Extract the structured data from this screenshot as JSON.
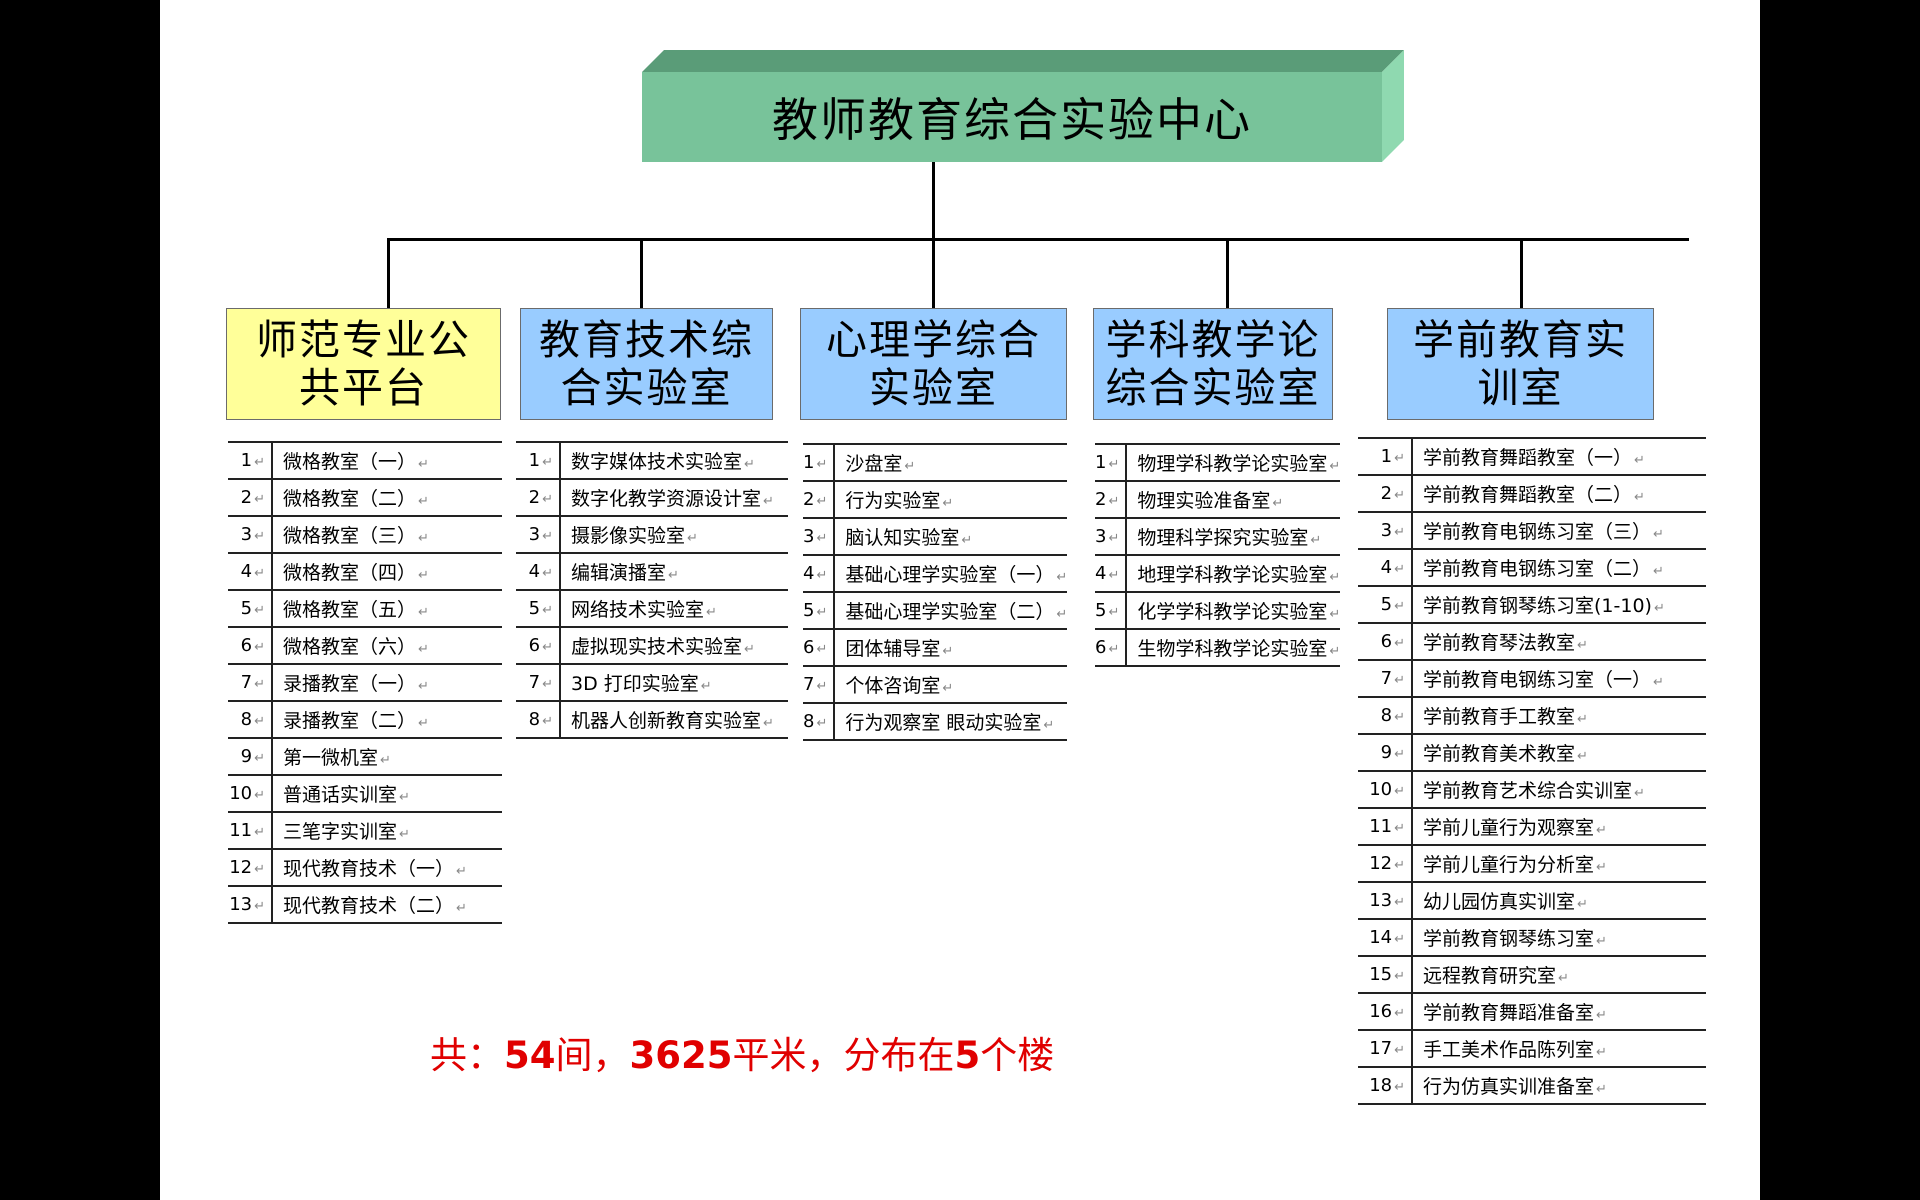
{
  "title": "教师教育综合实验中心",
  "colors": {
    "title_front": "#78c39a",
    "title_top": "#5a9c78",
    "title_side": "#8fd9b0",
    "yellow": "#ffff99",
    "blue": "#99ccff",
    "summary": "#e00000"
  },
  "return_mark": "↵",
  "categories": [
    {
      "lines": [
        "师范专业公",
        "共平台"
      ],
      "color": "yellow",
      "rooms": [
        "微格教室（一）",
        "微格教室（二）",
        "微格教室（三）",
        "微格教室（四）",
        "微格教室（五）",
        "微格教室（六）",
        "录播教室（一）",
        "录播教室（二）",
        "第一微机室",
        "普通话实训室",
        "三笔字实训室",
        "现代教育技术（一）",
        "现代教育技术（二）"
      ]
    },
    {
      "lines": [
        "教育技术综",
        "合实验室"
      ],
      "color": "blue",
      "rooms": [
        "数字媒体技术实验室",
        "数字化教学资源设计室",
        "摄影像实验室",
        "编辑演播室",
        "网络技术实验室",
        "虚拟现实技术实验室",
        "3D 打印实验室",
        "机器人创新教育实验室"
      ]
    },
    {
      "lines": [
        "心理学综合",
        "实验室"
      ],
      "color": "blue",
      "rooms": [
        "沙盘室",
        "行为实验室",
        "脑认知实验室",
        "基础心理学实验室（一）",
        "基础心理学实验室（二）",
        "团体辅导室",
        "个体咨询室",
        "行为观察室 眼动实验室"
      ]
    },
    {
      "lines": [
        "学科教学论",
        "综合实验室"
      ],
      "color": "blue",
      "rooms": [
        "物理学科教学论实验室",
        "物理实验准备室",
        "物理科学探究实验室",
        "地理学科教学论实验室",
        "化学学科教学论实验室",
        "生物学科教学论实验室"
      ]
    },
    {
      "lines": [
        "学前教育实",
        "训室"
      ],
      "color": "blue",
      "rooms": [
        "学前教育舞蹈教室（一）",
        "学前教育舞蹈教室（二）",
        "学前教育电钢练习室（三）",
        "学前教育电钢练习室（二）",
        "学前教育钢琴练习室(1-10)",
        "学前教育琴法教室",
        "学前教育电钢练习室（一）",
        "学前教育手工教室",
        "学前教育美术教室",
        "学前教育艺术综合实训室",
        "学前儿童行为观察室",
        "学前儿童行为分析室",
        "幼儿园仿真实训室",
        "学前教育钢琴练习室",
        "远程教育研究室",
        "学前教育舞蹈准备室",
        "手工美术作品陈列室",
        "行为仿真实训准备室"
      ]
    }
  ],
  "summary": {
    "prefix": "共：",
    "rooms": "54",
    "rooms_unit": "间，",
    "area": "3625",
    "area_unit": "平米，分布在",
    "buildings": "5",
    "buildings_unit": "个楼"
  }
}
